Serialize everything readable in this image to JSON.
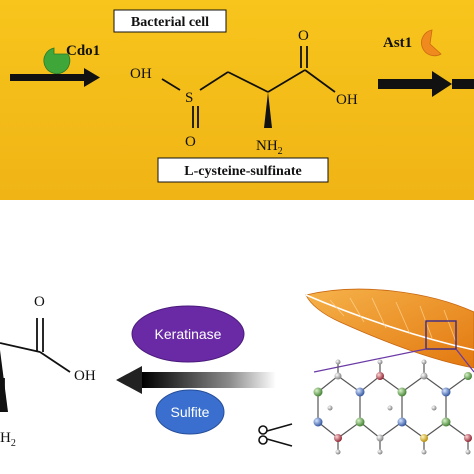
{
  "colors": {
    "top_band": "#f5c019",
    "top_band_dark": "#e8a90f",
    "cdo1_enzyme": "#3fa63a",
    "ast1_enzyme": "#f08a1f",
    "keratinase_oval": "#6a2aa6",
    "sulfite_oval": "#3a6fcf",
    "feather_orange": "#f09a2a"
  },
  "top": {
    "container_label": "Bacterial cell",
    "left_enzyme": "Cdo1",
    "right_enzyme": "Ast1",
    "molecule_label": "L-cysteine-sulfinate",
    "atoms": {
      "oh_left": "OH",
      "s": "S",
      "o_bottom": "O",
      "nh2": "NH2",
      "o_top": "O",
      "oh_right": "OH"
    }
  },
  "bottom": {
    "keratinase_label": "Keratinase",
    "sulfite_label": "Sulfite",
    "atoms": {
      "o_top": "O",
      "oh": "OH",
      "h2_partial": "H2"
    },
    "icons": [
      "feather-icon",
      "scissors-icon",
      "keratin-lattice"
    ]
  }
}
